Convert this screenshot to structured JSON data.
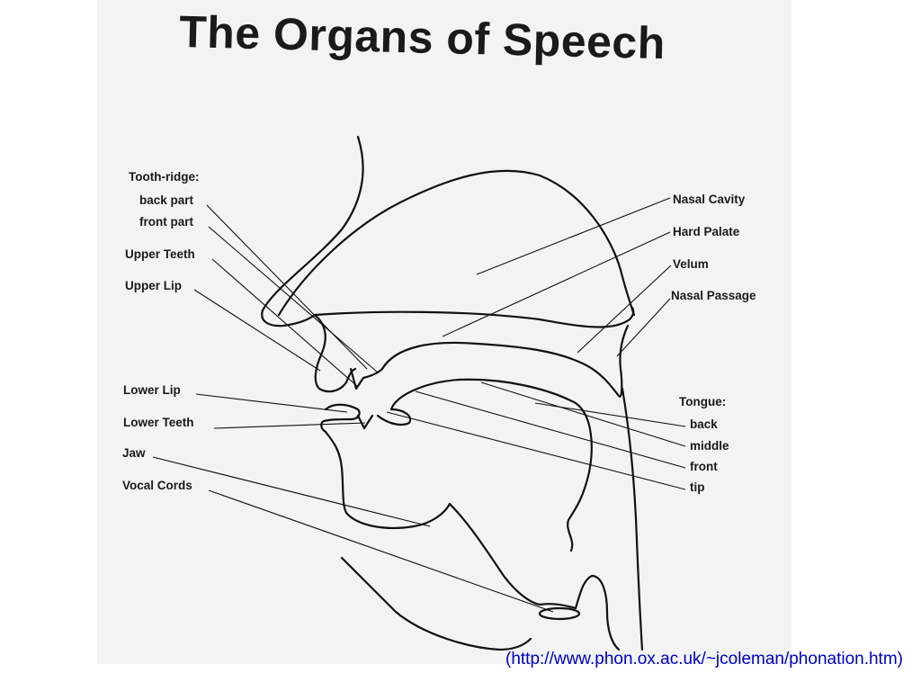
{
  "title": "The Organs of Speech",
  "labels": {
    "tooth_ridge": "Tooth-ridge:",
    "back_part": "back part",
    "front_part": "front part",
    "upper_teeth": "Upper Teeth",
    "upper_lip": "Upper Lip",
    "lower_lip": "Lower Lip",
    "lower_teeth": "Lower Teeth",
    "jaw": "Jaw",
    "vocal_cords": "Vocal Cords",
    "nasal_cavity": "Nasal Cavity",
    "hard_palate": "Hard Palate",
    "velum": "Velum",
    "nasal_passage": "Nasal Passage",
    "tongue": "Tongue:",
    "tongue_back": "back",
    "tongue_middle": "middle",
    "tongue_front": "front",
    "tongue_tip": "tip"
  },
  "source": "(http://www.phon.ox.ac.uk/~jcoleman/phonation.htm)"
}
